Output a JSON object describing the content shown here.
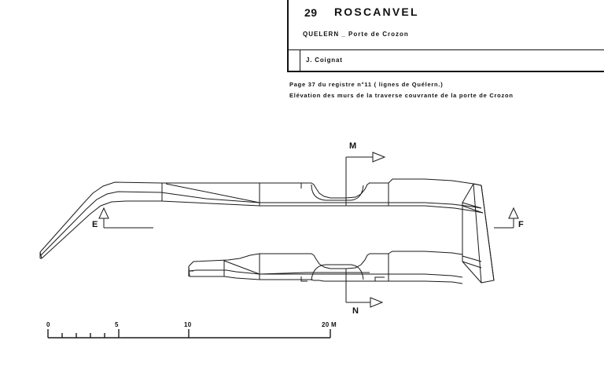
{
  "title_block": {
    "sheet_number": "29",
    "commune": "ROSCANVEL",
    "site": "QUELERN _ Porte de Crozon",
    "author": "J. Coignat"
  },
  "caption": {
    "line1": "Page 37   du  registre n°11 ( lignes de Quélern.)",
    "line2": "Elévation des murs de la traverse  couvrante de la porte de Crozon"
  },
  "section_markers": [
    {
      "id": "M",
      "label": "M",
      "direction": "right",
      "position": "top-center"
    },
    {
      "id": "E",
      "label": "E",
      "direction": "up",
      "position": "left"
    },
    {
      "id": "F",
      "label": "F",
      "direction": "up",
      "position": "right"
    },
    {
      "id": "N",
      "label": "N",
      "direction": "right",
      "position": "bottom-center"
    }
  ],
  "scale_bar": {
    "unit": "M",
    "ticks": [
      {
        "value": "0",
        "label": "0"
      },
      {
        "value": "5",
        "label": "5"
      },
      {
        "value": "10",
        "label": "10"
      },
      {
        "value": "20",
        "label": "20 M"
      }
    ],
    "minor_divisions": 5,
    "max": 20
  },
  "drawing": {
    "name": "elevation-des-murs-traverse-couvrante",
    "line_color": "#1a1a1a"
  }
}
